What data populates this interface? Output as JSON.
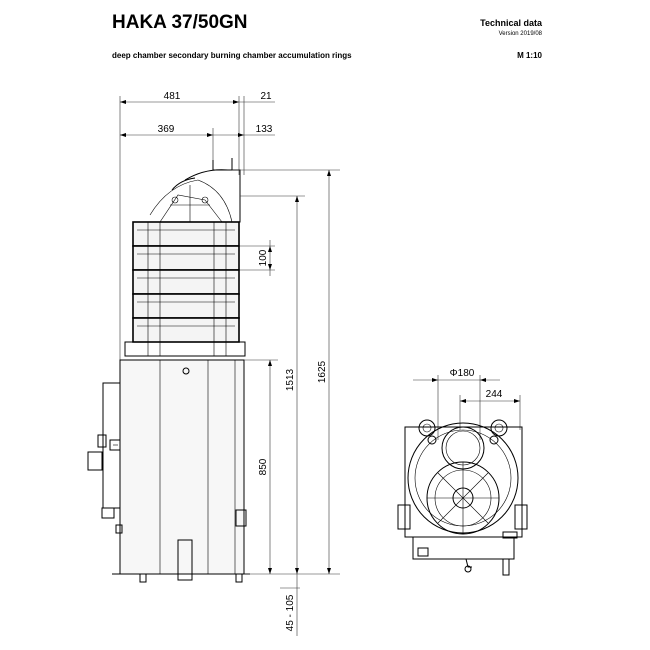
{
  "header": {
    "title": "HAKA 37/50GN",
    "subtitle": "deep chamber secondary burning chamber accumulation rings",
    "technical_data": "Technical data",
    "version": "Version 2019/08",
    "scale": "M 1:10"
  },
  "dimensions": {
    "width_total": "481",
    "offset_right": "21",
    "depth_left": "369",
    "flue_offset": "133",
    "ring_height": "100",
    "body_height": "850",
    "flue_height": "1513",
    "total_height": "1625",
    "feet": "45 - 105",
    "flue_diameter": "Φ180",
    "flue_center": "244"
  },
  "colors": {
    "line": "#000000",
    "fill": "#f4f4f4"
  }
}
